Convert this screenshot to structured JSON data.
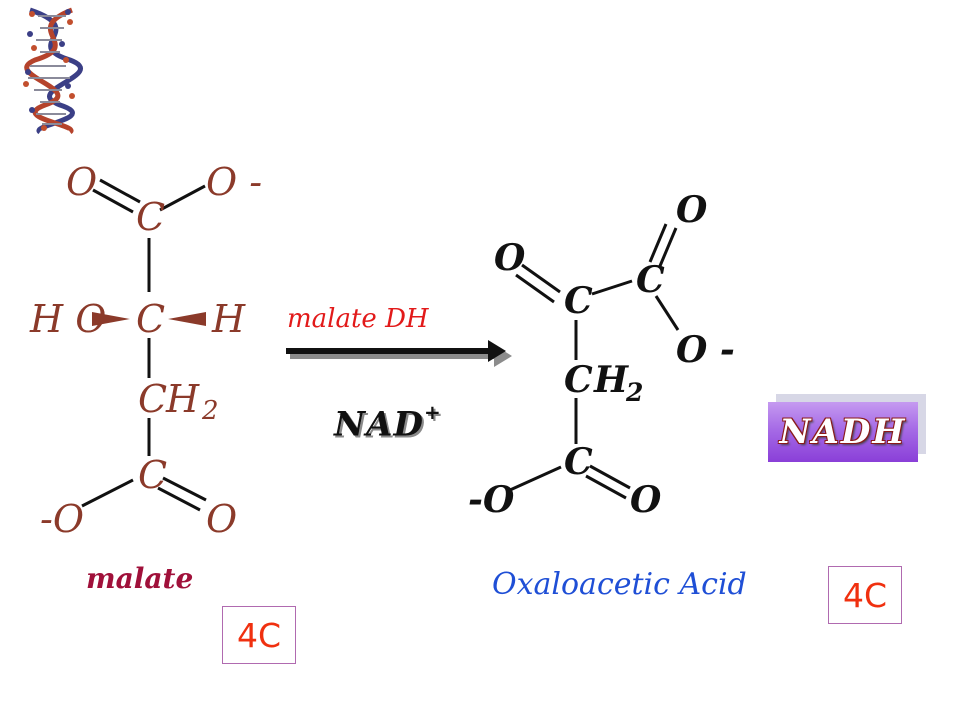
{
  "malate": {
    "atoms": {
      "o_top_left": "O",
      "o_minus_top": "O -",
      "c1": "C",
      "ho": "H O",
      "c2": "C",
      "h": "H",
      "ch2_c": "C",
      "ch2_h": "H",
      "ch2_sub": "2",
      "c4": "C",
      "o_minus_bottom": "-O",
      "o_bottom_right": "O"
    },
    "label": "malate",
    "carbons": "4C"
  },
  "reaction": {
    "enzyme": "malate DH",
    "cofactor": "NAD",
    "cofactor_sup": "+",
    "product_button": "NADH"
  },
  "oxaloacetate": {
    "atoms": {
      "o_top": "O",
      "o_keto": "O",
      "c_keto": "C",
      "c_carboxyl": "C",
      "o_minus": "O -",
      "ch2_c": "C",
      "ch2_h": "H",
      "ch2_sub": "2",
      "c_bottom": "C",
      "o_minus_bottom": "-O",
      "o_bottom_right": "O"
    },
    "label": "Oxaloacetic Acid",
    "carbons": "4C"
  },
  "colors": {
    "structure_brown": "#8b3a2a",
    "enzyme_red": "#e21a1a",
    "malate_label": "#a0103a",
    "oaa_label": "#1f4fd6",
    "nadh_purple": "#a66be6"
  },
  "icons": [
    "dna-helix-icon",
    "reaction-arrow-icon"
  ]
}
